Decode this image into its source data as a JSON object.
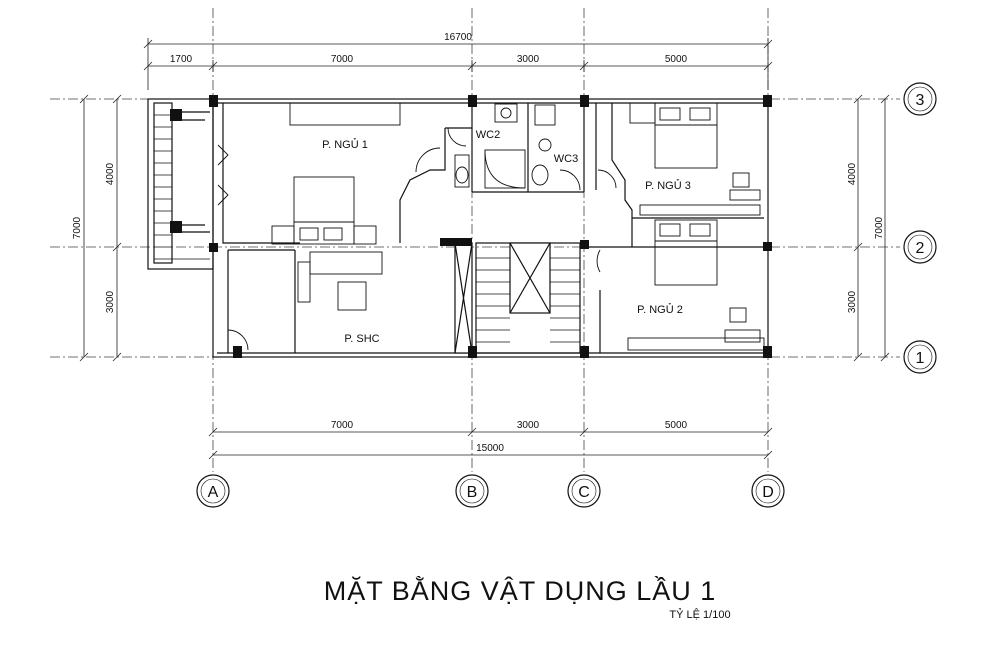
{
  "plan": {
    "title": "MẶT BẰNG VẬT DỤNG LẦU 1",
    "scale": "TỶ LỆ 1/100",
    "rooms": {
      "bedroom1": "P. NGỦ 1",
      "bedroom2": "P. NGỦ 2",
      "bedroom3": "P. NGỦ 3",
      "wc2": "WC2",
      "wc3": "WC3",
      "family_room": "P. SHC"
    },
    "dimensions": {
      "top_total": "16700",
      "top": [
        "1700",
        "7000",
        "3000",
        "5000"
      ],
      "bottom": [
        "7000",
        "3000",
        "5000"
      ],
      "bottom_total": "15000",
      "left_total": "7000",
      "left": [
        "4000",
        "3000"
      ],
      "right_total": "7000",
      "right": [
        "4000",
        "3000"
      ]
    },
    "axes_columns": [
      "A",
      "B",
      "C",
      "D"
    ],
    "axes_rows": [
      "3",
      "2",
      "1"
    ]
  }
}
